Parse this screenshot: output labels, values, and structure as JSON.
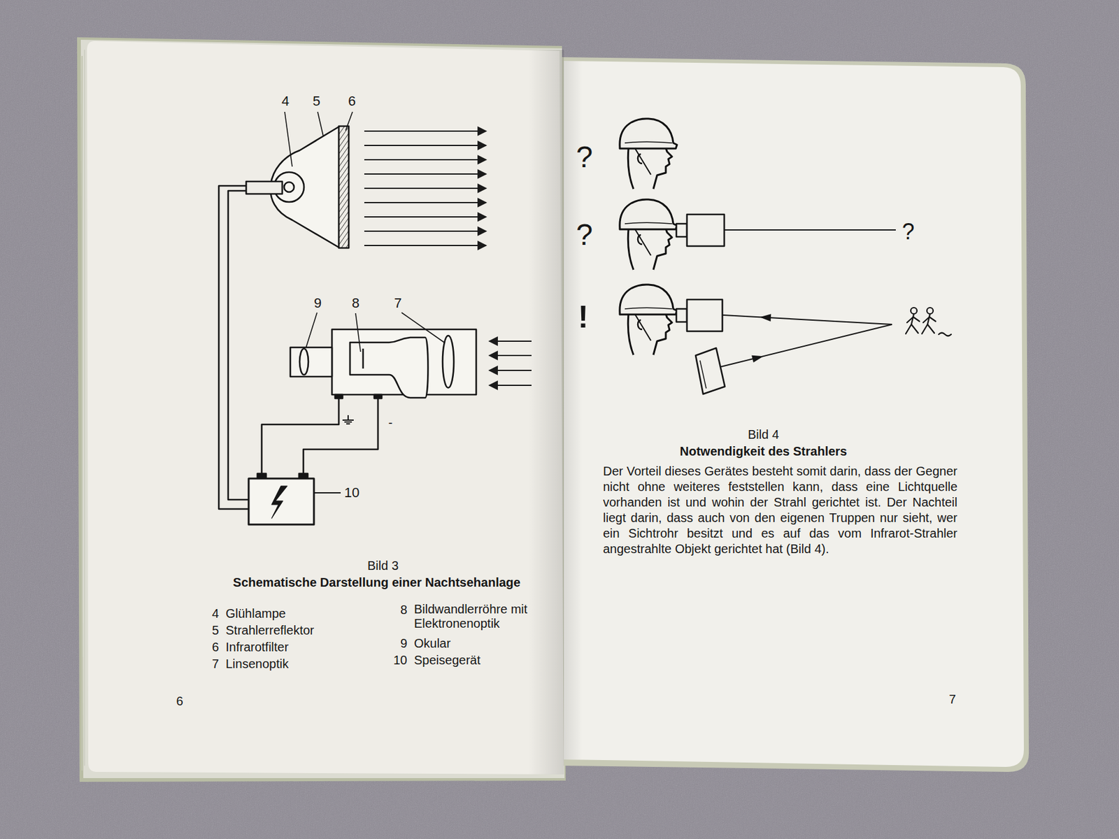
{
  "diagram": {
    "labels": [
      "4",
      "5",
      "6",
      "9",
      "8",
      "7",
      "-",
      "10",
      "Bild 3",
      "Schematische Darstellung einer Nachtsehanlage",
      "4",
      "Glühlampe",
      "5",
      "Strahlerreflektor",
      "6",
      "Infrarotfilter",
      "7",
      "Linsenoptik",
      "8",
      "Bildwandlerröhre mit Elektronenoptik",
      "9",
      "Okular",
      "10",
      "Speisegerät",
      "6",
      "?",
      "?",
      "?",
      "!",
      "Bild 4",
      "Notwendigkeit des Strahlers",
      "Der Vorteil dieses Gerätes besteht somit darin, dass der Gegner nicht ohne weiteres feststellen kann, dass eine Lichtquelle vorhanden ist und wohin der Strahl gerichtet ist. Der Nachteil liegt darin, dass auch von den eigenen Truppen nur sieht, wer ein Sichtrohr besitzt und es auf das vom Infrarot-Strahler angestrahlte Objekt gerichtet hat (Bild 4).",
      "7"
    ]
  }
}
